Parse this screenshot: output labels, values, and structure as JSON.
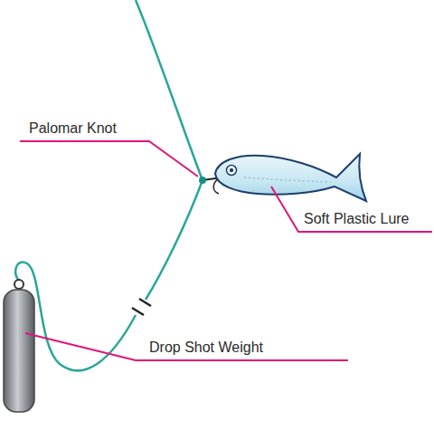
{
  "diagram": {
    "labels": [
      "Palomar Knot",
      "Soft Plastic Lure",
      "Drop Shot Weight"
    ]
  }
}
